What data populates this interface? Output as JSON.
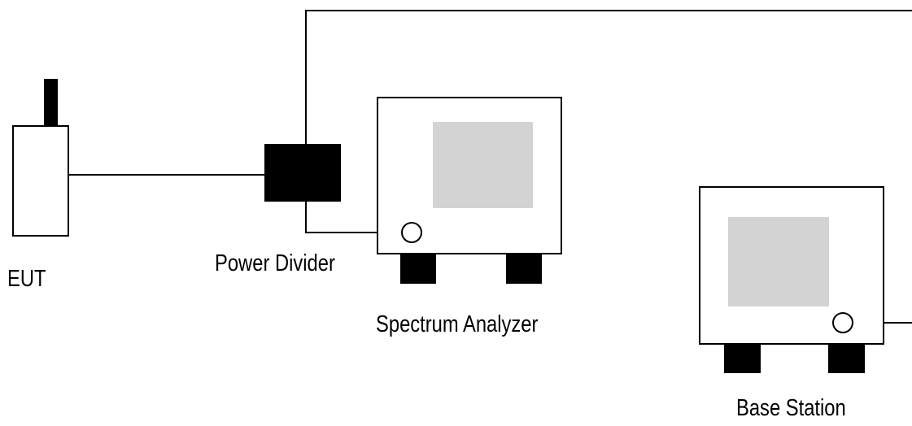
{
  "labels": {
    "eut": "EUT",
    "power_divider": "Power Divider",
    "spectrum_analyzer": "Spectrum Analyzer",
    "base_station": "Base Station"
  },
  "colors": {
    "background": "#ffffff",
    "line": "#000000",
    "screen": "#d3d3d3",
    "feet": "#000000"
  }
}
